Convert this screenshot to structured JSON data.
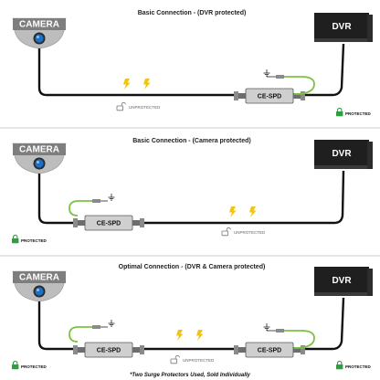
{
  "colors": {
    "cable": "#111111",
    "ground_wire": "#7cc242",
    "lightning": "#f2c40f",
    "lock_green": "#2e9e3e",
    "device_dark": "#1f1f1f",
    "camera_gray": "#888888",
    "lens_blue": "#1f6fc5",
    "spd_body": "#cfcfcf"
  },
  "icons": [
    "camera-icon",
    "dvr-icon",
    "lightning-icon",
    "lock-icon",
    "unlock-icon",
    "ground-symbol-icon",
    "ce-spd-icon"
  ],
  "panels": [
    {
      "title": "Basic Connection - (DVR protected)",
      "camera_label": "CAMERA",
      "dvr_label": "DVR",
      "spd_label": "CE-SPD",
      "unprotected_label": "UNPROTECTED",
      "protected_label": "PROTECTED"
    },
    {
      "title": "Basic Connection - (Camera protected)",
      "camera_label": "CAMERA",
      "dvr_label": "DVR",
      "spd_label": "CE-SPD",
      "unprotected_label": "UNPROTECTED",
      "protected_label": "PROTECTED"
    },
    {
      "title": "Optimal Connection - (DVR & Camera protected)",
      "camera_label": "CAMERA",
      "dvr_label": "DVR",
      "spd_label": "CE-SPD",
      "unprotected_label": "UNPROTECTED",
      "protected_label": "PROTECTED"
    }
  ],
  "footnote": "*Two Surge Protectors Used, Sold Individually"
}
